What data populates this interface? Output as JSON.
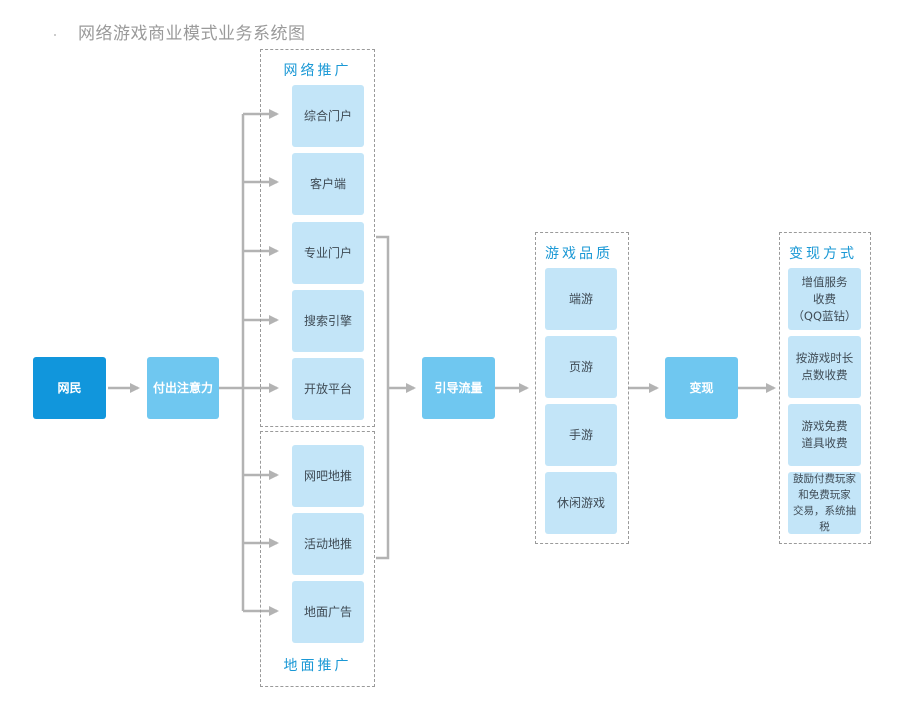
{
  "title": "网络游戏商业模式业务系统图",
  "colors": {
    "dark_box": "#1196dc",
    "mid_box": "#6fc7f0",
    "light_box": "#c3e5f8",
    "label": "#1a98d5",
    "line": "#b3b3b3",
    "border": "#9a9a9a"
  },
  "nodes": {
    "netizen": "网民",
    "attention": "付出注意力",
    "traffic": "引导流量",
    "monetize": "变现"
  },
  "groups": {
    "online": {
      "label": "网络推广",
      "items": [
        "综合门户",
        "客户端",
        "专业门户",
        "搜索引擎",
        "开放平台"
      ]
    },
    "ground": {
      "label": "地面推广",
      "items": [
        "网吧地推",
        "活动地推",
        "地面广告"
      ]
    },
    "quality": {
      "label": "游戏品质",
      "items": [
        "端游",
        "页游",
        "手游",
        "休闲游戏"
      ]
    },
    "revenue": {
      "label": "变现方式",
      "items": [
        "增值服务\n收费\n（QQ蓝钻）",
        "按游戏时长\n点数收费",
        "游戏免费\n道具收费",
        "鼓励付费玩家\n和免费玩家\n交易，系统抽税"
      ]
    }
  }
}
